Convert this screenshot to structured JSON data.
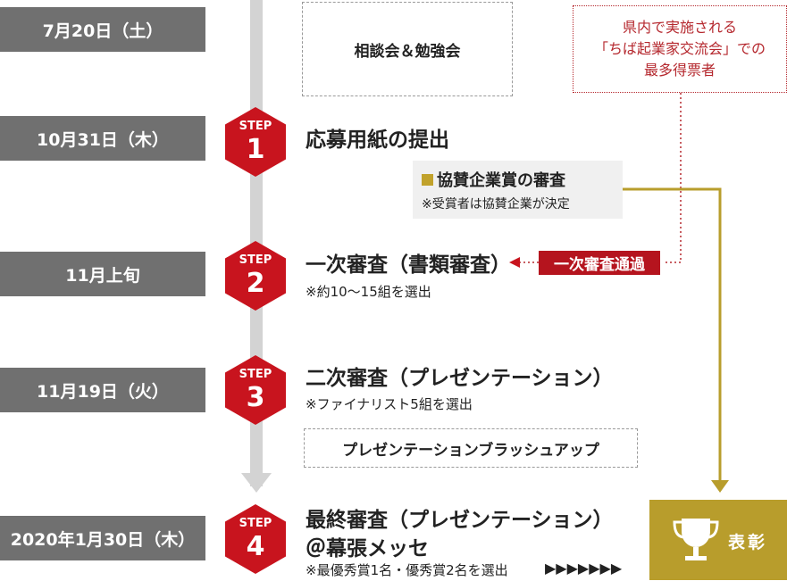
{
  "dates": [
    "7月20日（土）",
    "10月31日（木）",
    "11月上旬",
    "11月19日（火）",
    "2020年1月30日（木）"
  ],
  "consult": "相談会＆勉強会",
  "expo_lines": [
    "県内で実施される",
    "「ちば起業家交流会」での",
    "最多得票者"
  ],
  "steps": [
    {
      "label": "STEP",
      "num": "1",
      "title": "応募用紙の提出",
      "note": ""
    },
    {
      "label": "STEP",
      "num": "2",
      "title": "一次審査（書類審査）",
      "note": "※約10〜15組を選出"
    },
    {
      "label": "STEP",
      "num": "3",
      "title": "二次審査（プレゼンテーション）",
      "note": "※ファイナリスト5組を選出"
    },
    {
      "label": "STEP",
      "num": "4",
      "title": "最終審査（プレゼンテーション）",
      "title2": "＠幕張メッセ",
      "note": "※最優秀賞1名・優秀賞2名を選出"
    }
  ],
  "sponsor": {
    "title": "協賛企業賞の審査",
    "sub": "※受賞者は協賛企業が決定"
  },
  "pass_badge": "一次審査通過",
  "brushup": "プレゼンテーションブラッシュアップ",
  "award": "表彰",
  "triangles": "▶▶▶▶▶▶▶",
  "colors": {
    "red": "#c8141e",
    "gold": "#b89d2c",
    "gray": "#707070"
  },
  "icons": [
    "trophy-icon"
  ]
}
